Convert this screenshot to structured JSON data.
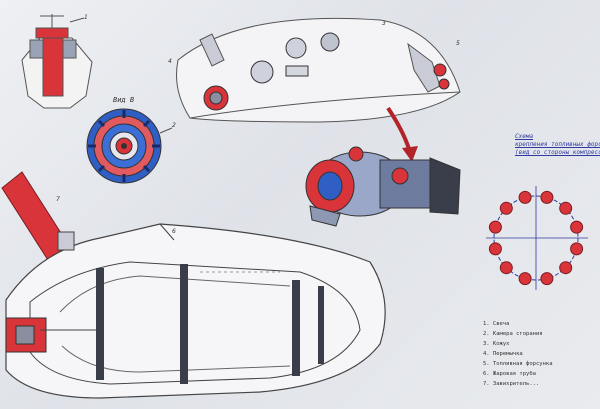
{
  "view_label": "Вид В",
  "scheme": {
    "title_lines": [
      "Схема",
      "крепления топливных форсунок",
      "(вид со стороны компрессора)"
    ]
  },
  "callouts": [
    "1",
    "2",
    "3",
    "4",
    "5",
    "6",
    "7"
  ],
  "legend": [
    "1. Свеча",
    "2. Камера сгорания",
    "3. Кожух",
    "4. Перемычка",
    "5. Топливная форсунка",
    "6. Жаровая труба",
    "7. Завихритель..."
  ],
  "colors": {
    "ink": "#2a2f6e",
    "red": "#d9343a",
    "blue": "#2f5fc4",
    "paper": "#e8eaee"
  }
}
